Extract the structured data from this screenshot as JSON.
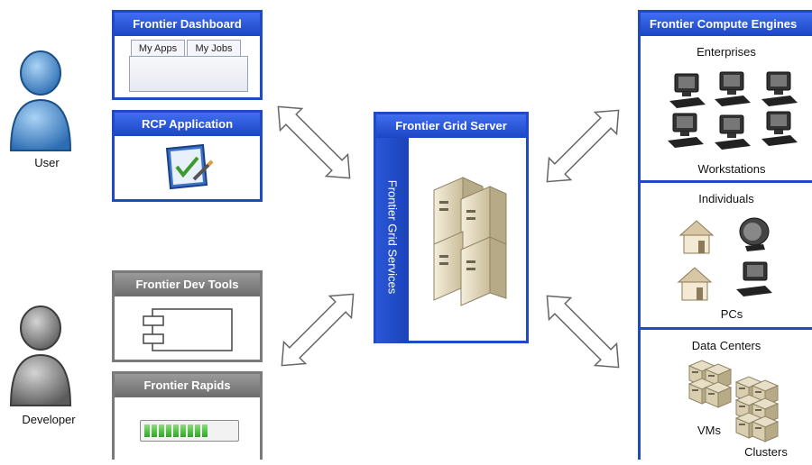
{
  "actors": {
    "user": {
      "label": "User"
    },
    "developer": {
      "label": "Developer"
    }
  },
  "dashboard": {
    "title": "Frontier Dashboard",
    "tabs": [
      "My Apps",
      "My Jobs"
    ]
  },
  "rcp": {
    "title": "RCP Application"
  },
  "devtools": {
    "title": "Frontier Dev Tools"
  },
  "rapids": {
    "title": "Frontier Rapids",
    "progress_segments": 9
  },
  "server": {
    "title": "Frontier Grid Server",
    "services_label": "Frontier Grid Services"
  },
  "engines": {
    "title": "Frontier Compute Engines",
    "enterprises": {
      "title": "Enterprises",
      "caption": "Workstations"
    },
    "individuals": {
      "title": "Individuals",
      "caption": "PCs"
    },
    "datacenters": {
      "title": "Data Centers",
      "vms": "VMs",
      "clusters": "Clusters"
    }
  },
  "colors": {
    "accent": "#1f49c7",
    "neutral": "#7a7a7a"
  }
}
